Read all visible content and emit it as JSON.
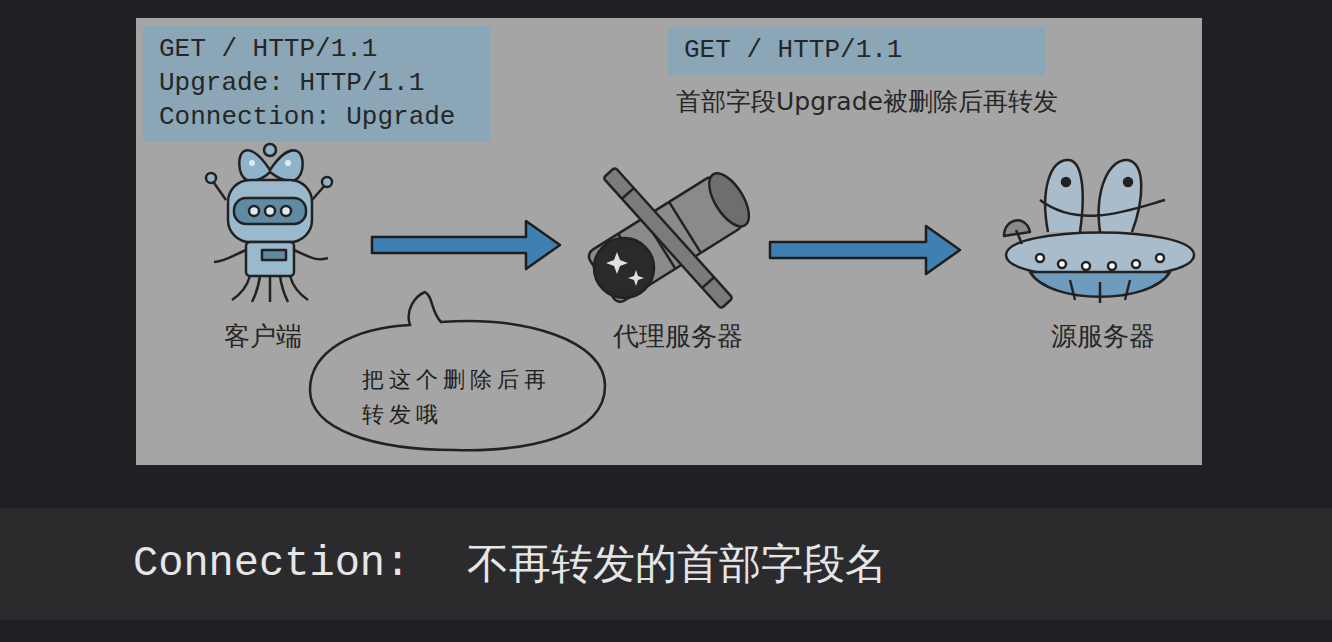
{
  "diagram": {
    "nodes": [
      {
        "text": [
          "GET / HTTP/1.1",
          "Upgrade: HTTP/1.1",
          "Connection: Upgrade"
        ]
      },
      {
        "text": [
          "GET / HTTP/1.1"
        ]
      },
      {
        "text": [
          "客户端"
        ]
      },
      {
        "text": [
          "代理服务器"
        ]
      },
      {
        "text": [
          "源服务器"
        ]
      },
      {
        "text": [
          "把这个删除后再转发哦"
        ]
      },
      {
        "text": [
          "Connection:",
          "不再转发的首部字段名"
        ]
      }
    ],
    "edges": [
      {
        "from": 2,
        "to": 3,
        "arrow": "to"
      },
      {
        "from": 3,
        "to": 4,
        "arrow": "to"
      }
    ],
    "labels": [
      "首部字段Upgrade被删除后再转发"
    ]
  }
}
